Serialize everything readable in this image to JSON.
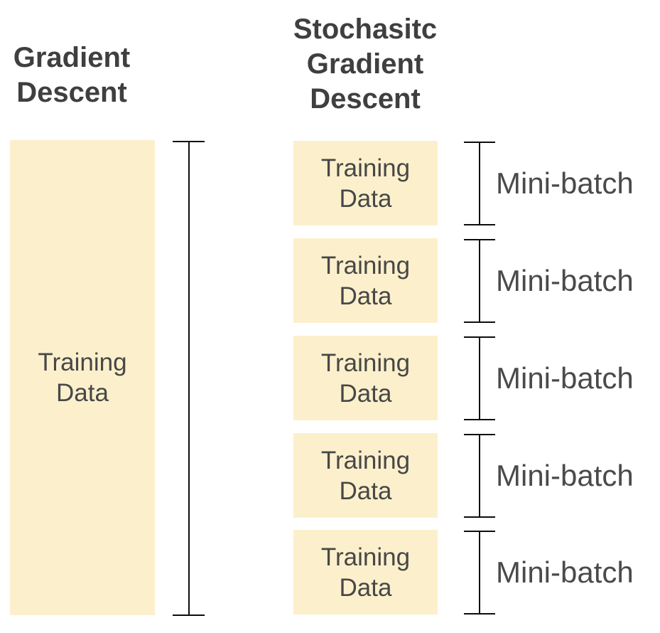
{
  "diagram": {
    "colors": {
      "box_fill": "#fcf0cc",
      "heading_text": "#3f3f3f",
      "body_text": "#474747",
      "bracket_line": "#0d0d0d",
      "background": "#ffffff"
    },
    "left": {
      "title": "Gradient\nDescent",
      "box_label": "Training\nData"
    },
    "right": {
      "title": "Stochasitc\nGradient\nDescent",
      "batches": [
        {
          "box_label": "Training\nData",
          "bracket_label": "Mini-batch"
        },
        {
          "box_label": "Training\nData",
          "bracket_label": "Mini-batch"
        },
        {
          "box_label": "Training\nData",
          "bracket_label": "Mini-batch"
        },
        {
          "box_label": "Training\nData",
          "bracket_label": "Mini-batch"
        },
        {
          "box_label": "Training\nData",
          "bracket_label": "Mini-batch"
        }
      ]
    }
  }
}
